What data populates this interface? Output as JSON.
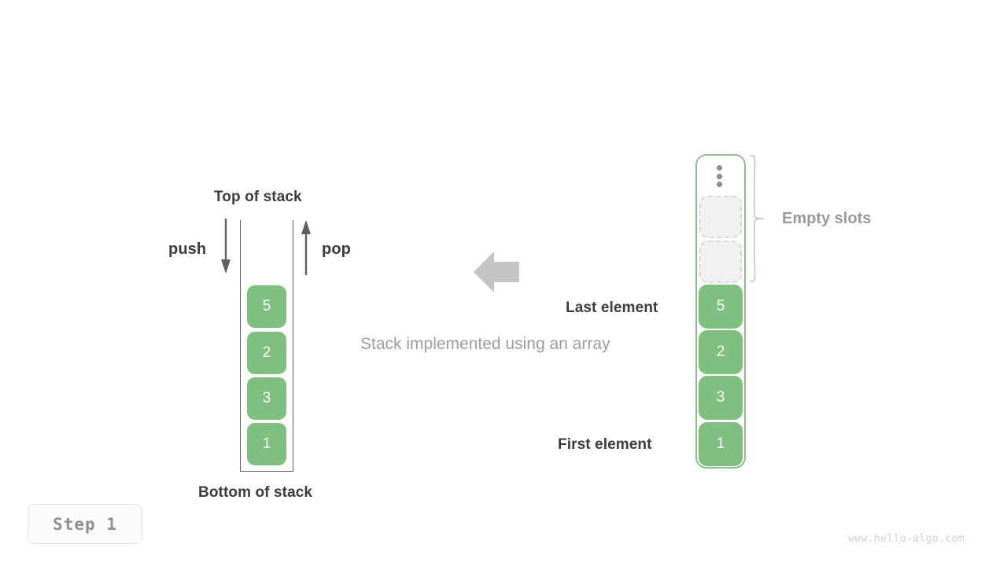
{
  "stack": {
    "top_label": "Top of stack",
    "bottom_label": "Bottom of stack",
    "push_label": "push",
    "pop_label": "pop",
    "push_arrow_icon": "arrow-down-icon",
    "pop_arrow_icon": "arrow-up-icon",
    "cells": [
      {
        "value": "1"
      },
      {
        "value": "3"
      },
      {
        "value": "2"
      },
      {
        "value": "5"
      }
    ]
  },
  "center": {
    "caption": "Stack implemented using an array",
    "arrow_icon": "arrow-left-icon"
  },
  "array": {
    "ellipsis_icon": "vertical-ellipsis-icon",
    "empty_slots_label": "Empty slots",
    "brace_icon": "curly-brace-icon",
    "last_element_label": "Last element",
    "first_element_label": "First element",
    "empty_slot_count": 2,
    "cells": [
      {
        "value": "1"
      },
      {
        "value": "3"
      },
      {
        "value": "2"
      },
      {
        "value": "5"
      }
    ]
  },
  "footer": {
    "step_label": "Step  1",
    "watermark": "www.hello-algo.com"
  },
  "colors": {
    "element_fill": "#7fbf80",
    "array_border": "#8cc08c",
    "stack_border": "#5f5f5f",
    "empty_slot_fill": "#f1f1f1",
    "empty_slot_border": "#d9d9d9",
    "label_dark": "#3c3c3c",
    "label_gray": "#9a9a9a",
    "arrow_gray": "#5f5f5f",
    "transform_arrow": "#c4c6c4"
  }
}
